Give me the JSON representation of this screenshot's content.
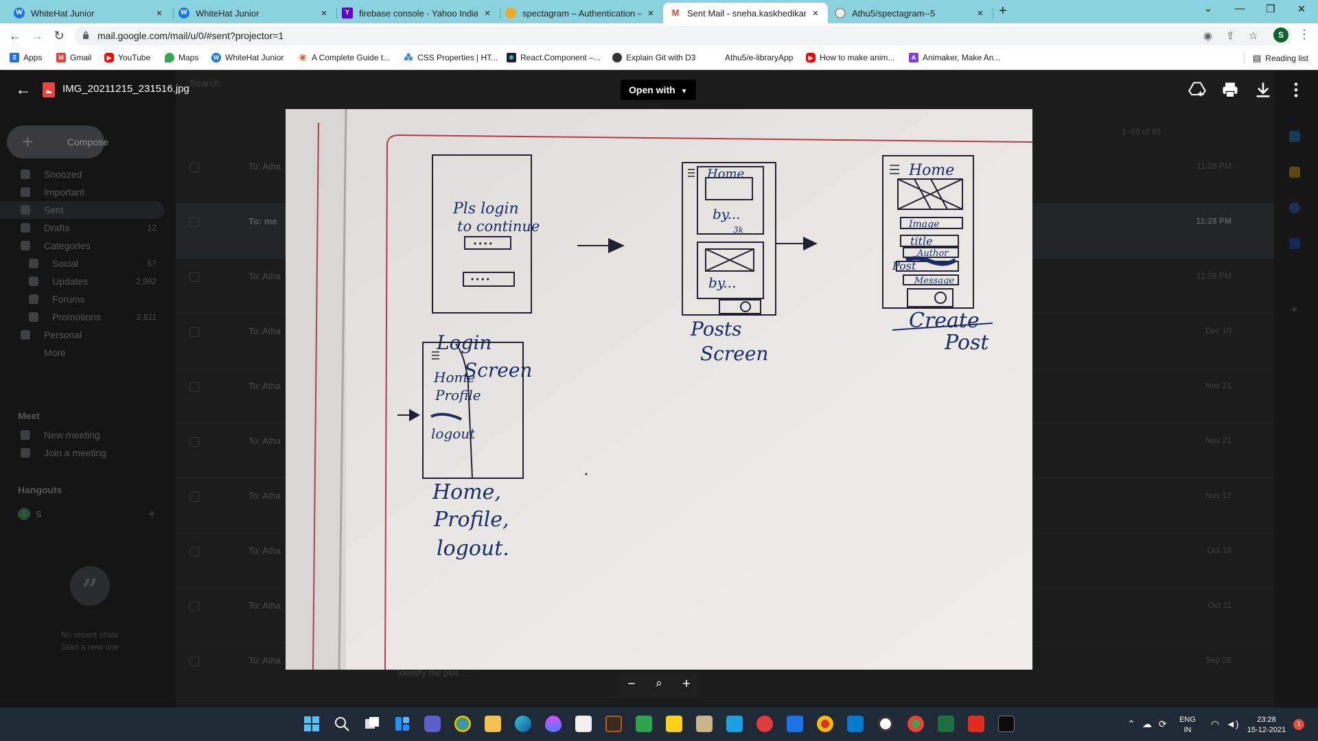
{
  "browser": {
    "tabs": [
      {
        "title": "WhiteHat Junior",
        "favicon": "whitehat-icon",
        "color": "#1a73e8",
        "active": false
      },
      {
        "title": "WhiteHat Junior",
        "favicon": "whitehat-icon",
        "color": "#1a73e8",
        "active": false
      },
      {
        "title": "firebase console - Yahoo India Se",
        "favicon": "yahoo-icon",
        "color": "#6001d2",
        "active": false
      },
      {
        "title": "spectagram – Authentication – Fi",
        "favicon": "firebase-icon",
        "color": "#f6a823",
        "active": false
      },
      {
        "title": "Sent Mail - sneha.kaskhedikar@g",
        "favicon": "gmail-icon",
        "color": "#ea4335",
        "active": true
      },
      {
        "title": "Athu5/spectagram--5",
        "favicon": "github-icon",
        "color": "#24292f",
        "active": false
      }
    ],
    "new_tab": "+",
    "url": "mail.google.com/mail/u/0/#sent?projector=1",
    "profile_initial": "S",
    "bookmarks": [
      {
        "label": "Apps",
        "icon": "apps-grid-icon",
        "color": "#1a73e8"
      },
      {
        "label": "Gmail",
        "icon": "gmail-icon",
        "color": "#ea4335"
      },
      {
        "label": "YouTube",
        "icon": "youtube-icon",
        "color": "#ff0000"
      },
      {
        "label": "Maps",
        "icon": "maps-icon",
        "color": "#34a853"
      },
      {
        "label": "WhiteHat Junior",
        "icon": "whitehat-icon",
        "color": "#1a73e8"
      },
      {
        "label": "A Complete Guide t...",
        "icon": "css-tricks-icon",
        "color": "#e44d26"
      },
      {
        "label": "CSS Properties | HT...",
        "icon": "w3-icon",
        "color": "#1572b6"
      },
      {
        "label": "React.Component –...",
        "icon": "react-icon",
        "color": "#20232a"
      },
      {
        "label": "Explain Git with D3",
        "icon": "git-icon",
        "color": "#333333"
      },
      {
        "label": "Athu5/e-libraryApp",
        "icon": "github-icon",
        "color": "#ffffff"
      },
      {
        "label": "How to make anim...",
        "icon": "youtube-icon",
        "color": "#ff0000"
      },
      {
        "label": "Animaker, Make An...",
        "icon": "animaker-icon",
        "color": "#7b3fe4"
      }
    ],
    "reading_list": "Reading list"
  },
  "gmail": {
    "compose": "Compose",
    "search_placeholder": "Search",
    "nav": [
      {
        "label": "Snoozed",
        "count": ""
      },
      {
        "label": "Important",
        "count": ""
      },
      {
        "label": "Sent",
        "count": ""
      },
      {
        "label": "Drafts",
        "count": "12"
      },
      {
        "label": "Categories",
        "count": ""
      },
      {
        "label": "Social",
        "count": "57"
      },
      {
        "label": "Updates",
        "count": "2,982"
      },
      {
        "label": "Forums",
        "count": ""
      },
      {
        "label": "Promotions",
        "count": "2,611"
      },
      {
        "label": "Personal",
        "count": ""
      },
      {
        "label": "More",
        "count": ""
      }
    ],
    "meet_heading": "Meet",
    "meet": [
      "New meeting",
      "Join a meeting"
    ],
    "hangouts_heading": "Hangouts",
    "hangouts_user": "S",
    "no_chats": "No recent chats",
    "start_new": "Start a new one",
    "range": "1–50 of 90",
    "rows": [
      {
        "to": "To: Atha",
        "time": "11:28 PM"
      },
      {
        "to": "To: me",
        "time": "11:28 PM"
      },
      {
        "to": "To: Atha",
        "time": "11:28 PM"
      },
      {
        "to": "To: Atha",
        "time": "Dec 10"
      },
      {
        "to": "To: Atha",
        "time": "Nov 21"
      },
      {
        "to": "To: Atha",
        "time": "Nov 21"
      },
      {
        "to": "To: Atha",
        "time": "Nov 17"
      },
      {
        "to": "To: Atha",
        "time": "Oct 18"
      },
      {
        "to": "To: Atha",
        "time": "Oct 11"
      },
      {
        "to": "To: Atha",
        "time": "Sep 26"
      }
    ],
    "snippet": "Identify the plot..."
  },
  "viewer": {
    "file_name": "IMG_20211215_231516.jpg",
    "open_with": "Open with",
    "tools": [
      "add-to-drive-icon",
      "print-icon",
      "download-icon",
      "more-vert-icon"
    ],
    "zoom": {
      "minus": "−",
      "plus": "+"
    },
    "sketch": {
      "login_text": [
        "Pls login",
        "to continue"
      ],
      "login_caption": [
        "Login",
        "Screen"
      ],
      "posts_home": "Home",
      "posts_by": [
        "by...",
        "by..."
      ],
      "posts_likes": "3k",
      "posts_caption": [
        "Posts",
        "Screen"
      ],
      "create_home": "Home",
      "create_fields": [
        "Image",
        "title",
        "Author",
        "Post",
        "Message"
      ],
      "create_caption": [
        "Create",
        "Post"
      ],
      "drawer_items": [
        "Home",
        "Profile",
        "logout"
      ],
      "drawer_caption": [
        "Home,",
        "Profile,",
        "logout."
      ]
    }
  },
  "taskbar": {
    "lang": "ENG",
    "region": "IN",
    "time": "23:28",
    "date": "15-12-2021",
    "notifications": "1"
  }
}
